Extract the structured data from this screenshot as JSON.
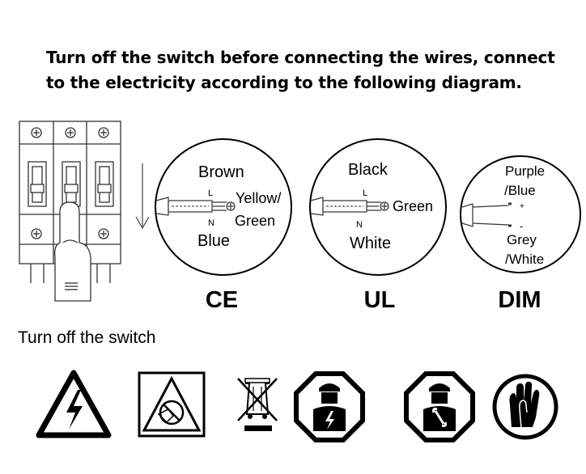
{
  "instruction": {
    "line1": "Turn off the switch before connecting the wires, connect",
    "line2": "to the electricity according to the following diagram."
  },
  "diagrams": {
    "ce": {
      "title": "CE",
      "top_wire_label": "Brown",
      "bottom_wire_label": "Blue",
      "ground_label_line1": "Yellow/",
      "ground_label_line2": "Green",
      "live_marker": "L",
      "neutral_marker": "N"
    },
    "ul": {
      "title": "UL",
      "top_wire_label": "Black",
      "bottom_wire_label": "White",
      "ground_label": "Green",
      "live_marker": "L",
      "neutral_marker": "N"
    },
    "dim": {
      "title": "DIM",
      "top_label_line1": "Purple",
      "top_label_line2": "/Blue",
      "plus_marker": "+",
      "minus_marker": "-",
      "bottom_label_line1": "Grey",
      "bottom_label_line2": "/White"
    }
  },
  "switch_caption": "Turn off the switch",
  "warning_icons": [
    "high-voltage-warning-icon",
    "no-touch-warning-icon",
    "weee-crossed-bin-icon",
    "qualified-electrician-icon",
    "installer-technician-icon",
    "wear-gloves-icon"
  ]
}
